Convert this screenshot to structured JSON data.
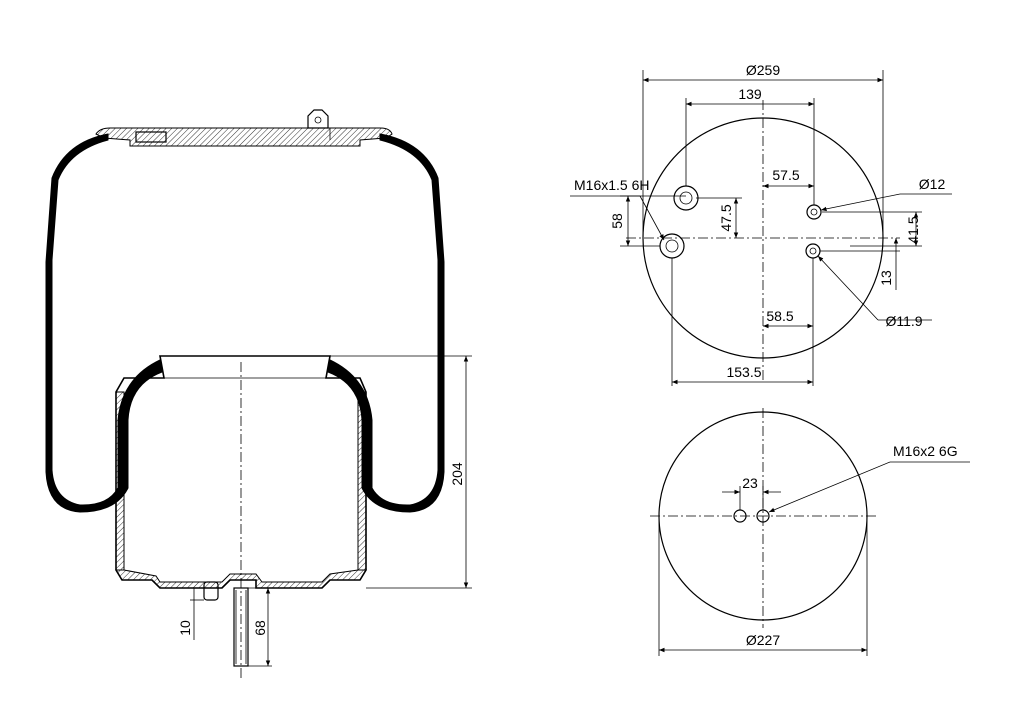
{
  "side_view": {
    "height_label": "204",
    "bolt_offset_label": "10",
    "stud_length_label": "68"
  },
  "top_view": {
    "outer_diameter_label": "Ø259",
    "span_label": "139",
    "offset_label": "57.5",
    "hole_diameter_label": "Ø12",
    "thread_label": "M16x1.5 6H",
    "vertical_spacing_label": "58",
    "vertical_offset_label": "47.5",
    "right_offset_label": "41.5",
    "small_offset_label": "13",
    "lower_offset_label": "58.5",
    "air_hole_label": "Ø11.9",
    "base_span_label": "153.5"
  },
  "bottom_view": {
    "thread_label": "M16x2 6G",
    "hole_spacing_label": "23",
    "diameter_label": "Ø227"
  }
}
